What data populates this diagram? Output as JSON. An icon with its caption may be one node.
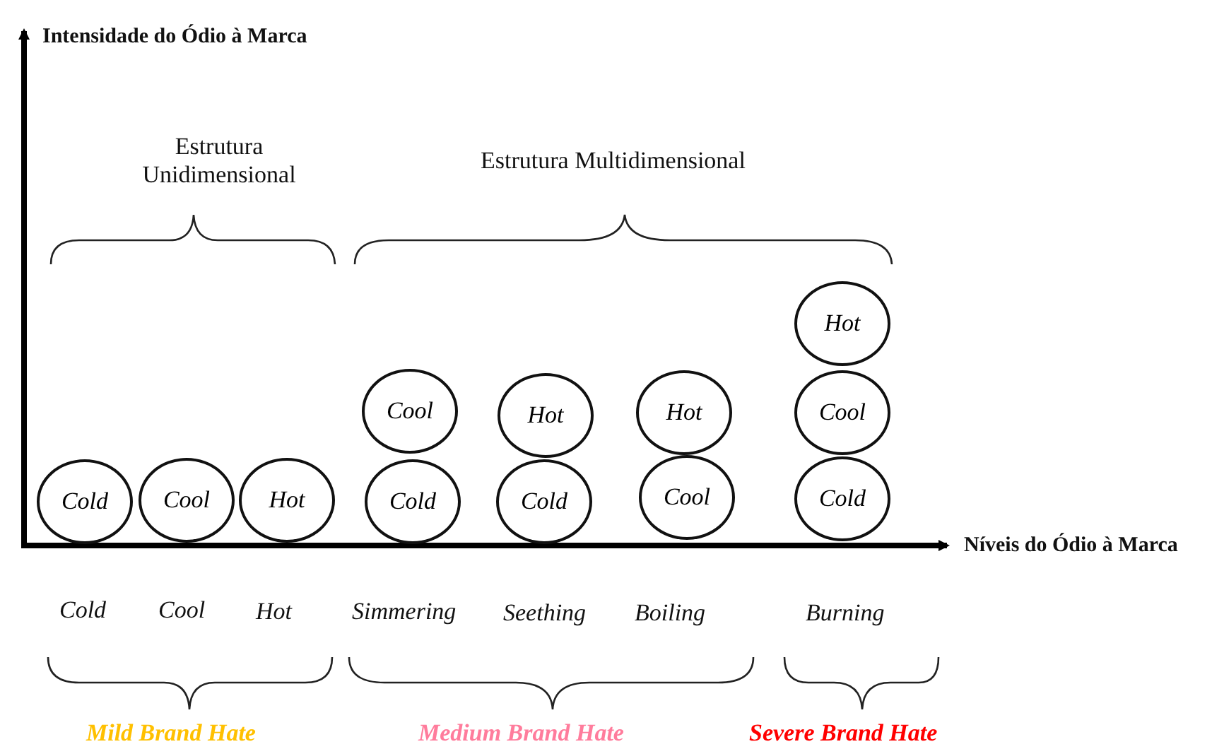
{
  "diagram": {
    "nodes": [
      {
        "text": [
          "Hot"
        ]
      },
      {
        "text": [
          "Cool"
        ]
      },
      {
        "text": [
          "Hot"
        ]
      },
      {
        "text": [
          "Hot"
        ]
      },
      {
        "text": [
          "Cool"
        ]
      },
      {
        "text": [
          "Cold"
        ]
      },
      {
        "text": [
          "Cool"
        ]
      },
      {
        "text": [
          "Hot"
        ]
      },
      {
        "text": [
          "Cold"
        ]
      },
      {
        "text": [
          "Cold"
        ]
      },
      {
        "text": [
          "Cool"
        ]
      },
      {
        "text": [
          "Cold"
        ]
      }
    ],
    "edges": [],
    "labels": [
      "Intensidade do Ódio à Marca",
      "Estrutura Unidimensional",
      "Estrutura Multidimensional",
      "Níveis do Ódio à Marca",
      "Cold",
      "Cool",
      "Hot",
      "Simmering",
      "Seething",
      "Boiling",
      "Burning",
      "Mild Brand Hate",
      "Medium Brand Hate",
      "Severe Brand Hate"
    ]
  }
}
